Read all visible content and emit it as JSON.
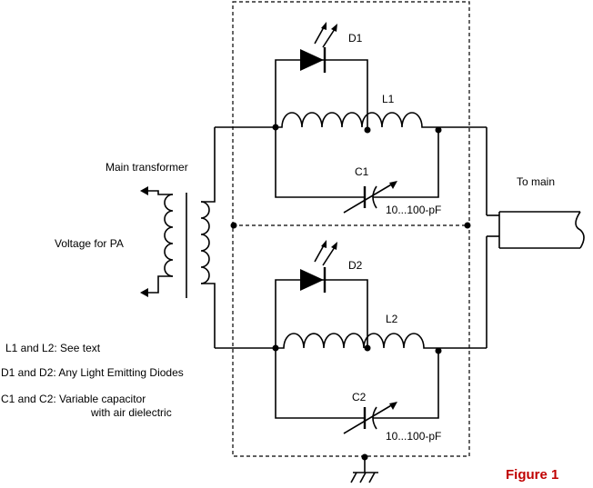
{
  "labels": {
    "main_transformer": "Main transformer",
    "voltage_for_pa": "Voltage for PA",
    "to_main": "To main",
    "d1": "D1",
    "l1": "L1",
    "c1": "C1",
    "c1_range": "10...100-pF",
    "d2": "D2",
    "l2": "L2",
    "c2": "C2",
    "c2_range": "10...100-pF"
  },
  "legend": {
    "line1": "L1 and L2: See text",
    "line2": "D1 and D2: Any Light Emitting  Diodes",
    "line3": "C1  and C2: Variable capacitor",
    "line4": "with air dielectric"
  },
  "figure_caption": "Figure 1",
  "colors": {
    "caption": "#c00000",
    "ink": "#000000"
  }
}
